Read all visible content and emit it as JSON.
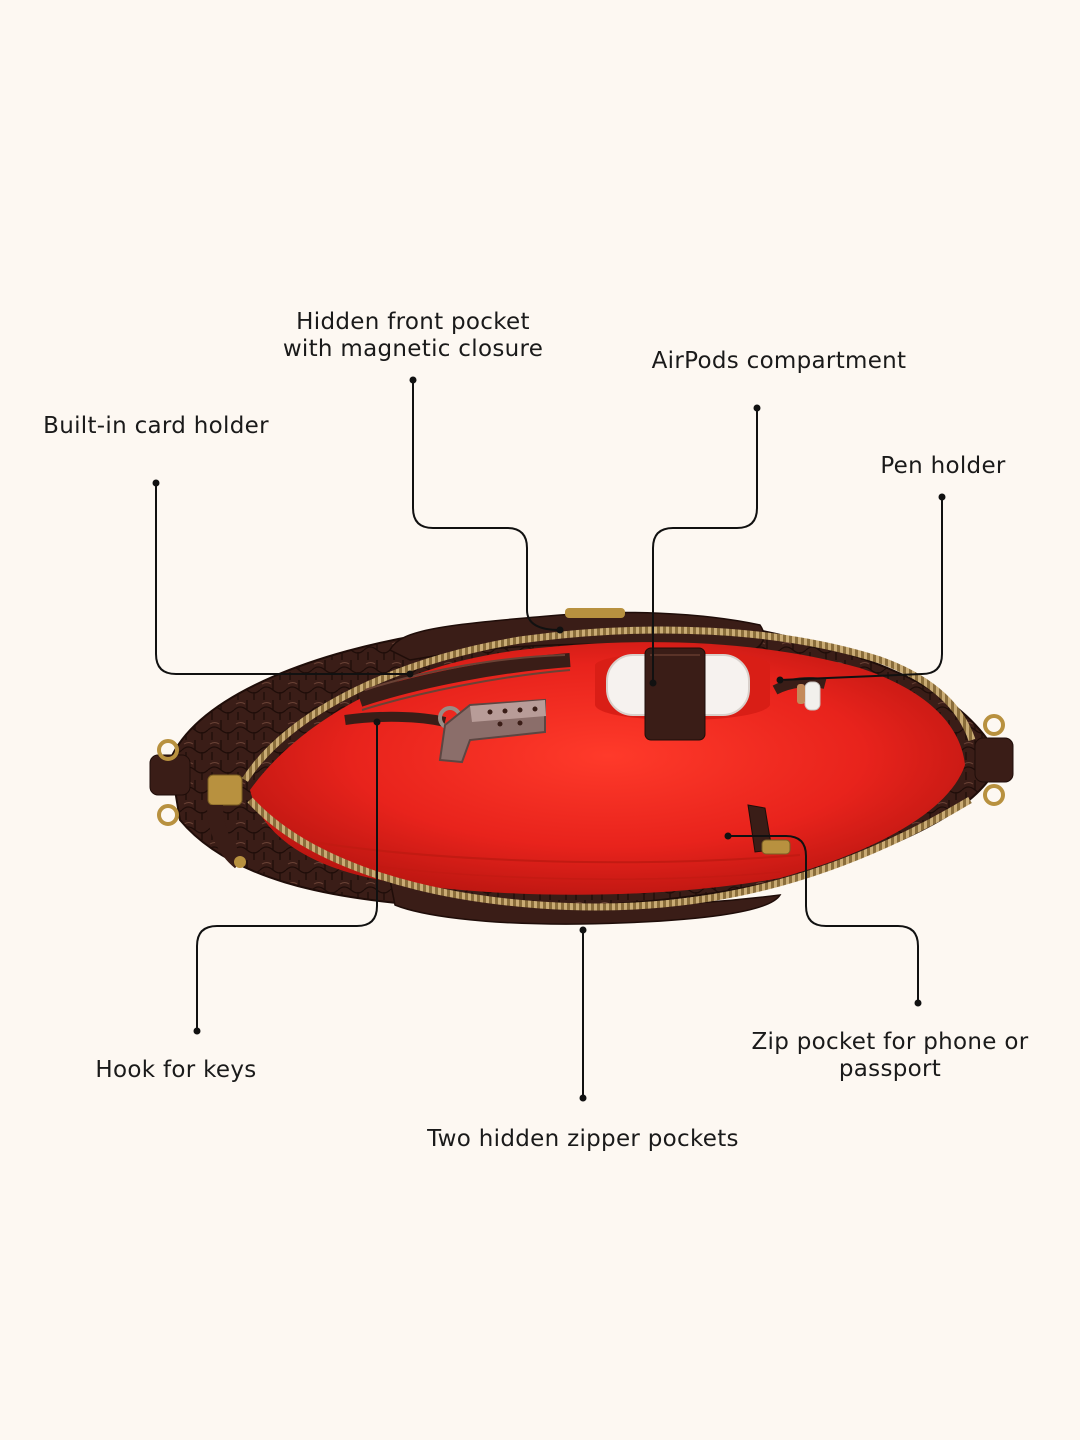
{
  "colors": {
    "background": "#fdf8f2",
    "leather": "#3a1d17",
    "leather_highlight": "#5a3328",
    "lining": "#e8231c",
    "lining_shadow": "#b81510",
    "zipper": "#a98a55",
    "brass": "#b8913f",
    "callout_line": "#111111"
  },
  "callouts": {
    "hidden_front_pocket": {
      "line1": "Hidden front pocket",
      "line2": "with magnetic closure"
    },
    "airpods": {
      "text": "AirPods compartment"
    },
    "card_holder": {
      "text": "Built-in card holder"
    },
    "pen_holder": {
      "text": "Pen holder"
    },
    "hook_for_keys": {
      "text": "Hook for keys"
    },
    "zip_pocket": {
      "line1": "Zip pocket for phone or",
      "line2": "passport"
    },
    "hidden_zipper_pockets": {
      "text": "Two hidden zipper pockets"
    }
  },
  "icons": {
    "product": "open-bag-illustration",
    "keys": "key-icon",
    "airpods": "airpods-case-icon",
    "pen": "pen-icon"
  }
}
